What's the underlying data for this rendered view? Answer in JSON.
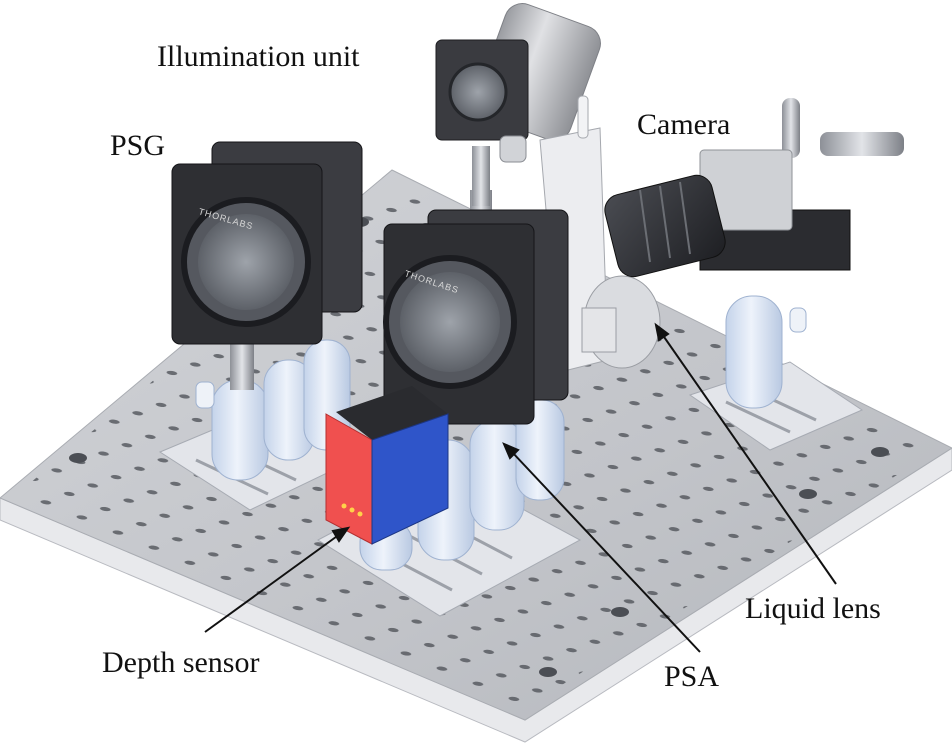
{
  "labels": {
    "illumination_unit": "Illumination unit",
    "psg": "PSG",
    "camera": "Camera",
    "liquid_lens": "Liquid lens",
    "depth_sensor": "Depth sensor",
    "psa": "PSA"
  },
  "mount_branding": {
    "brand": "THORLABS"
  },
  "colors": {
    "breadboard_top": "#c9cbd0",
    "breadboard_side": "#e6e7ea",
    "mount_black": "#2e2f33",
    "post_holder": "#d7e3f4",
    "sensor_red": "#f0504f",
    "sensor_blue": "#2f55c9",
    "bracket_white": "#e9eaee",
    "arrow": "#111111"
  }
}
